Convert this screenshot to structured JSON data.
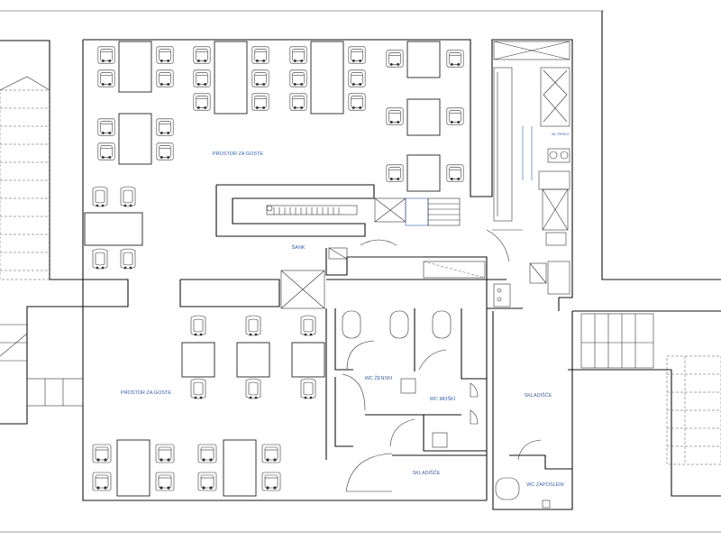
{
  "plan": {
    "rooms": {
      "guests_upper": "PROSTOR ZA GOSTE",
      "bar": "ŠANK",
      "guests_lower": "PROSTOR ZA GOSTE",
      "wc_women": "WC ŽENSKI",
      "wc_men": "WC MOŠKI",
      "storage_small": "SKLADIŠČE",
      "storage_right": "SKLADIŠČE",
      "wc_staff": "WC ZAPOSLENI"
    }
  }
}
